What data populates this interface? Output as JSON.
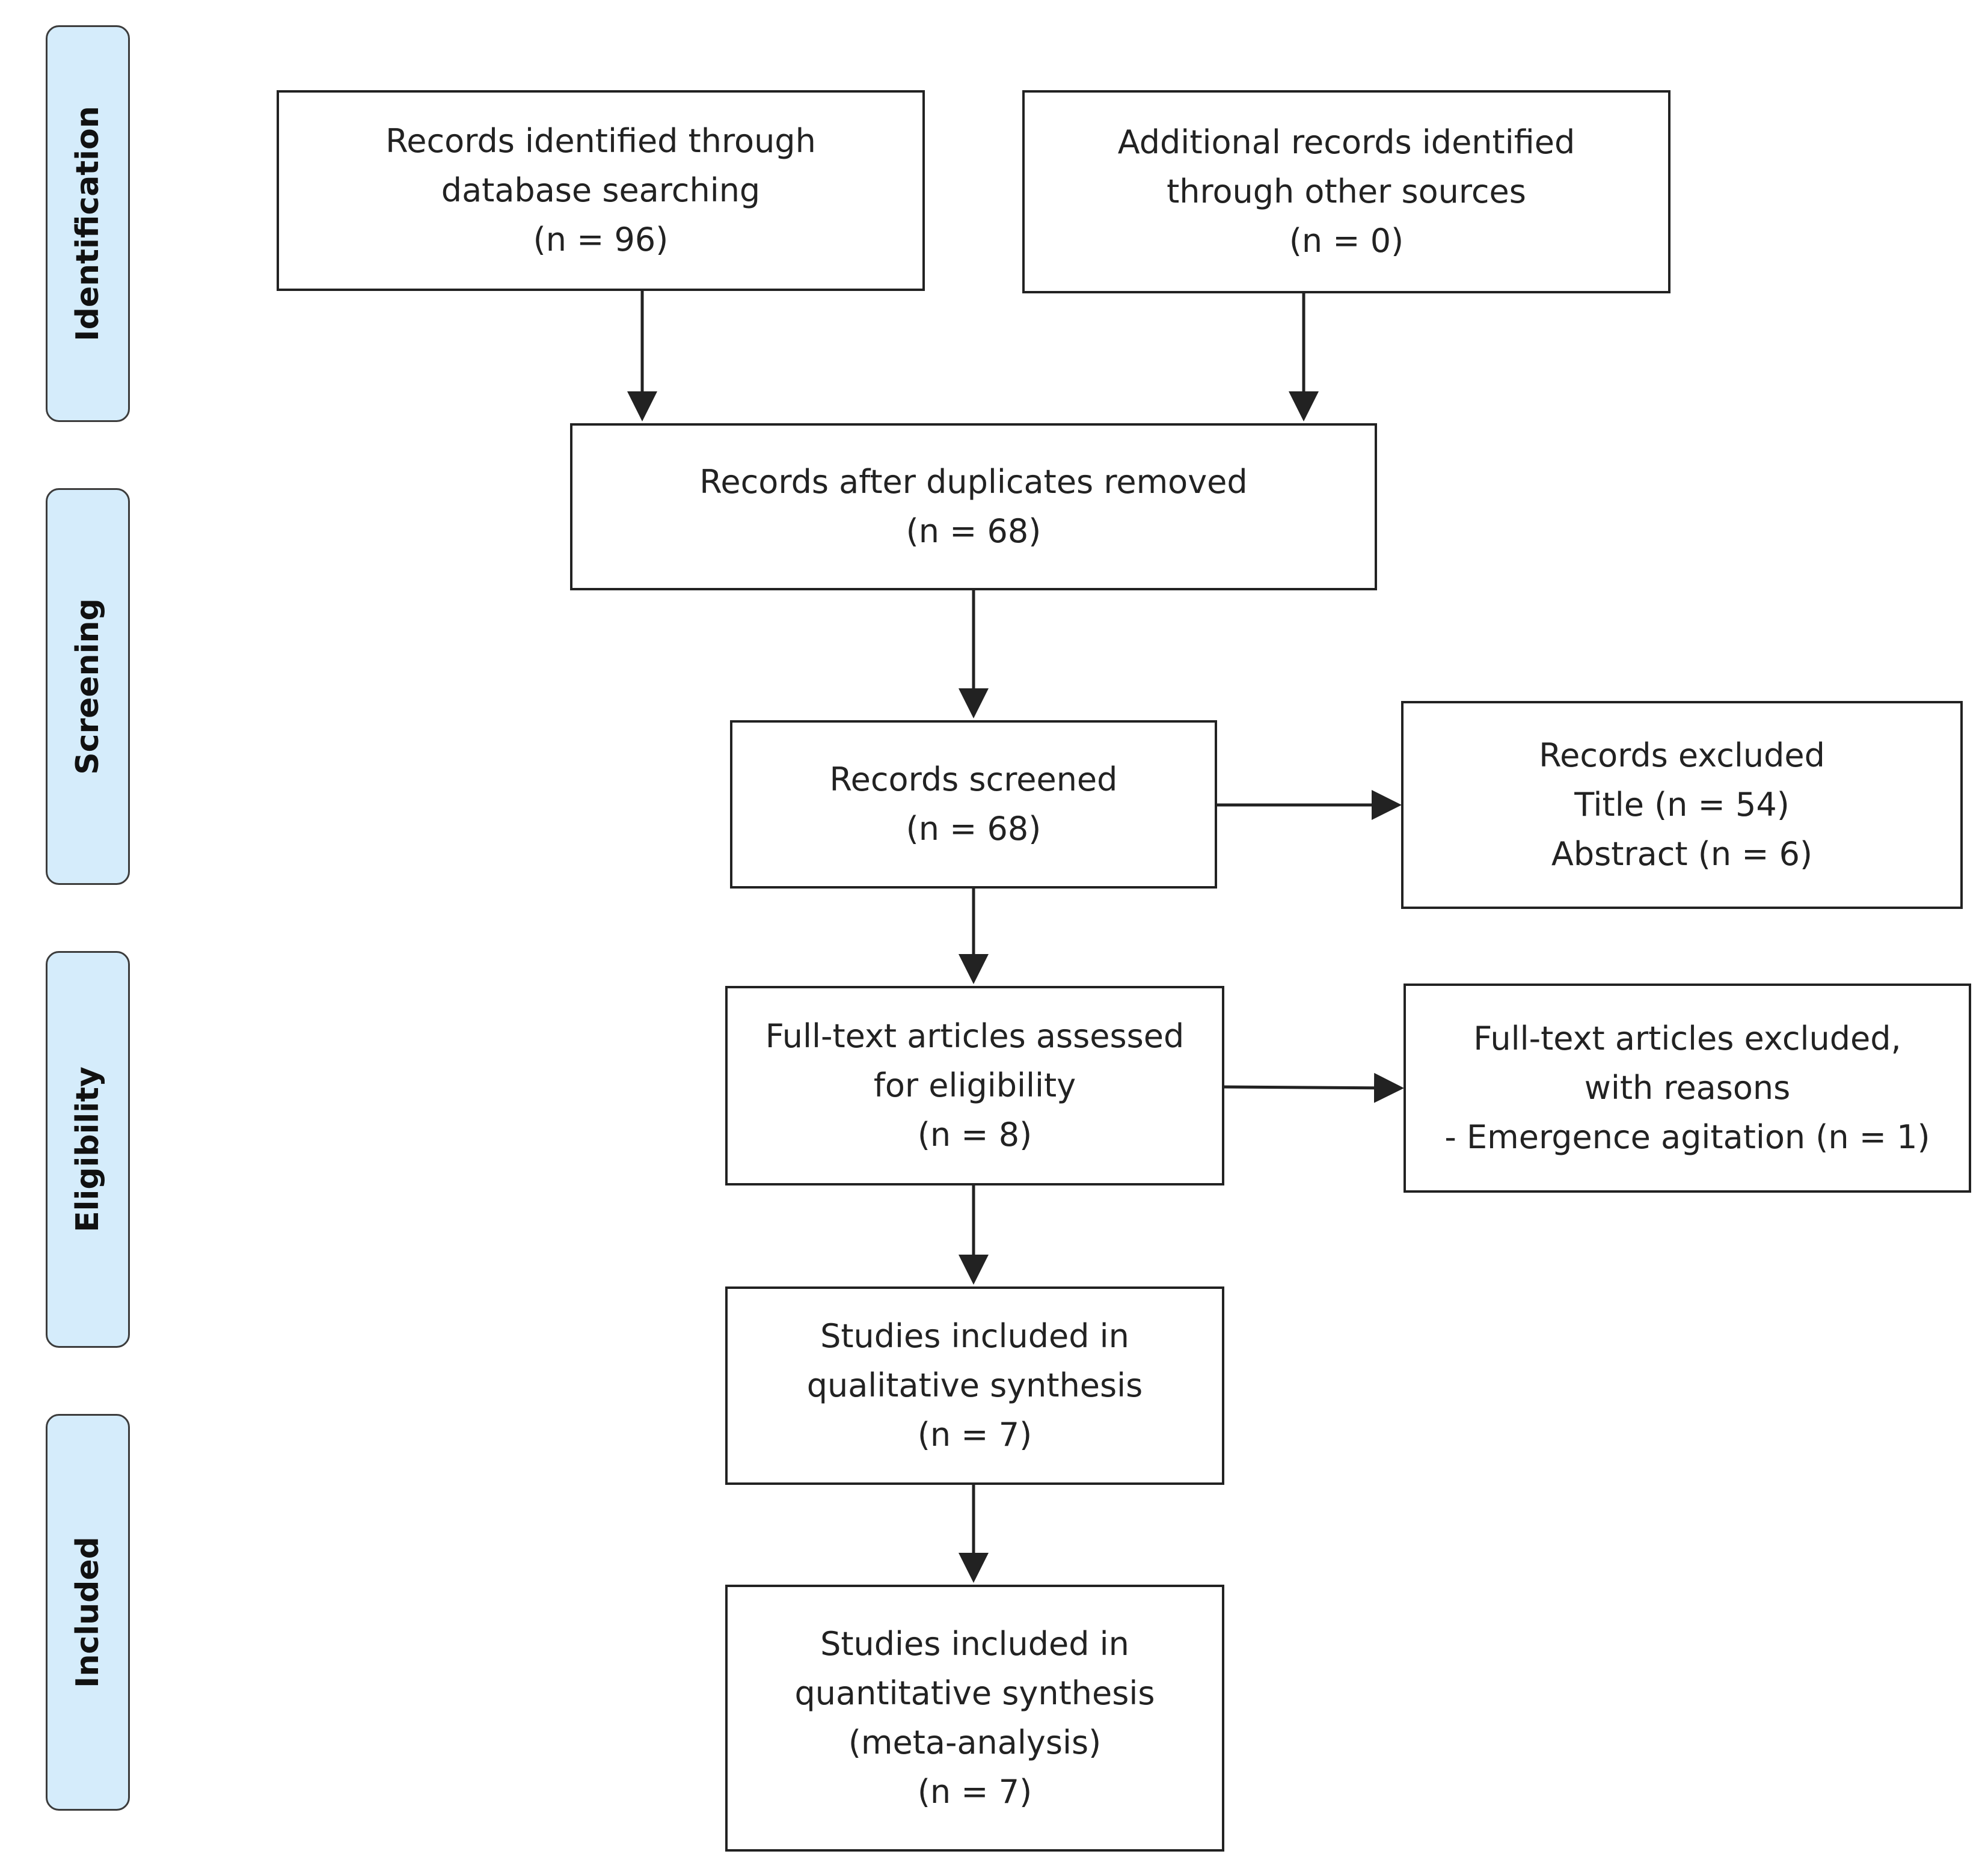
{
  "phases": {
    "identification": "Identification",
    "screening": "Screening",
    "eligibility": "Eligibility",
    "included": "Included"
  },
  "boxes": {
    "database_search": {
      "line1": "Records identified through",
      "line2": "database searching",
      "count": "(n = 96)"
    },
    "other_sources": {
      "line1": "Additional records identified",
      "line2": "through other sources",
      "count": "(n = 0)"
    },
    "duplicates_removed": {
      "line1": "Records after duplicates removed",
      "count": "(n = 68)"
    },
    "screened": {
      "line1": "Records screened",
      "count": "(n = 68)"
    },
    "excluded": {
      "line1": "Records excluded",
      "line2": "Title (n = 54)",
      "line3": "Abstract (n = 6)"
    },
    "fulltext_assessed": {
      "line1": "Full-text articles assessed",
      "line2": "for eligibility",
      "count": "(n = 8)"
    },
    "fulltext_excluded": {
      "line1": "Full-text articles excluded,",
      "line2": "with reasons",
      "line3": "- Emergence agitation (n = 1)"
    },
    "qualitative": {
      "line1": "Studies included in",
      "line2": "qualitative synthesis",
      "count": "(n = 7)"
    },
    "quantitative": {
      "line1": "Studies included in",
      "line2": "quantitative synthesis",
      "line3": "(meta-analysis)",
      "count": "(n = 7)"
    }
  },
  "colors": {
    "phase_fill": "#d5ecfb",
    "line": "#222222"
  }
}
